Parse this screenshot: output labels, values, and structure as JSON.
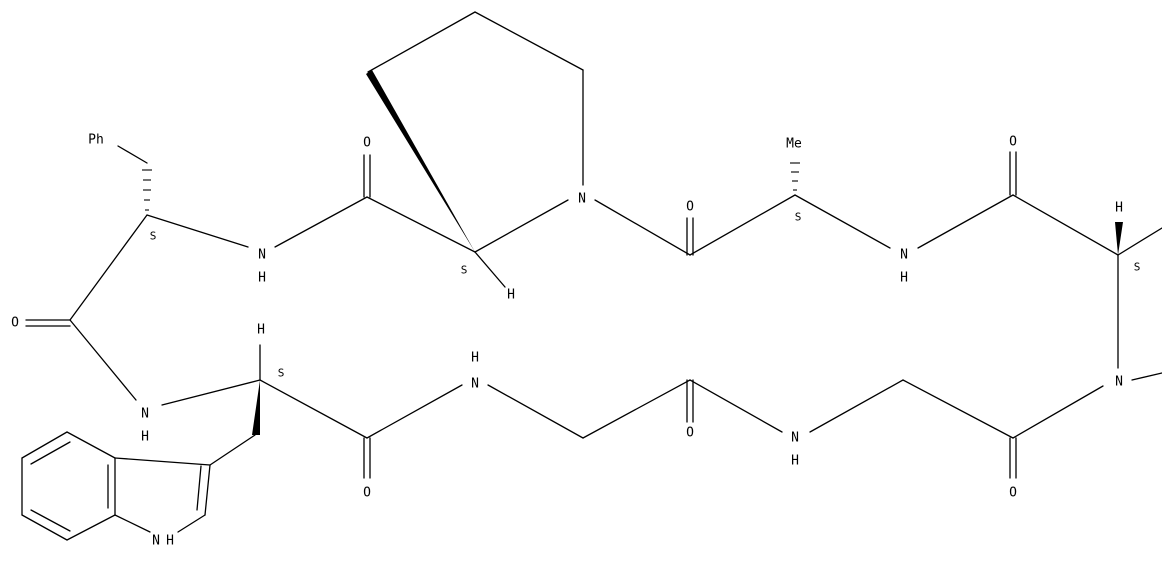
{
  "atoms": {
    "ph": "Ph",
    "me": "Me",
    "o_phe": "O",
    "o_pro": "O",
    "o_ala": "O",
    "o_r": "O",
    "o_gly1": "O",
    "o_trp": "O",
    "o_gly2": "O",
    "n_pro": "N",
    "n_r": "N",
    "n_ind": "N",
    "nh_phe_n": "N",
    "nh_phe_h": "H",
    "nh_ala_n": "N",
    "nh_ala_h": "H",
    "nh_trp_n": "N",
    "nh_trp_h": "H",
    "nh_gly_top_h": "H",
    "nh_gly_top_n": "N",
    "nh_gly_mid_n": "N",
    "nh_gly_mid_h": "H",
    "h_ind": "H",
    "h_pro": "H",
    "h_trp": "H",
    "h_r": "H"
  },
  "stereo": {
    "phe": "S",
    "pro": "S",
    "ala": "S",
    "trp": "S",
    "r": "S"
  }
}
